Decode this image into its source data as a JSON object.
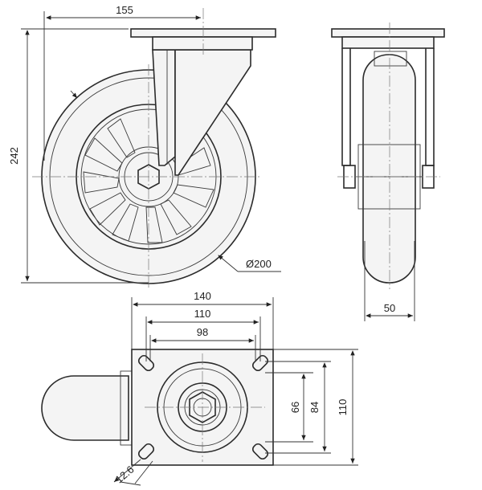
{
  "drawing": {
    "front_view": {
      "width_label": "155",
      "height_label": "242",
      "diameter_label": "Ø200"
    },
    "side_view": {
      "width_label": "50"
    },
    "top_view": {
      "plate_width_label": "140",
      "hole_span_label": "110",
      "hole_span_inner_label": "98",
      "vertical_66_label": "66",
      "vertical_84_label": "84",
      "vertical_110_label": "110",
      "slot_label": "12.6"
    }
  }
}
